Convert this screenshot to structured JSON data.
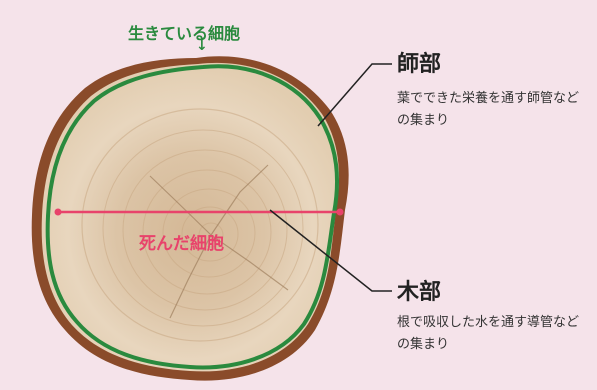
{
  "colors": {
    "background": "#f5e3ea",
    "living_cell_outline": "#2a8a3e",
    "dead_cell_line": "#e8436b",
    "wood_light": "#e9d8c0",
    "wood_mid": "#d9c1a2",
    "bark": "#8a4b2a",
    "leader_line": "#222222"
  },
  "labels": {
    "living_cells": "生きている細胞",
    "dead_cells": "死んだ細胞",
    "arrow": "↓"
  },
  "parts": {
    "phloem": {
      "title": "師部",
      "description": "葉でできた栄養を通す師管などの集まり"
    },
    "xylem": {
      "title": "木部",
      "description": "根で吸収した水を通す導管などの集まり"
    }
  }
}
